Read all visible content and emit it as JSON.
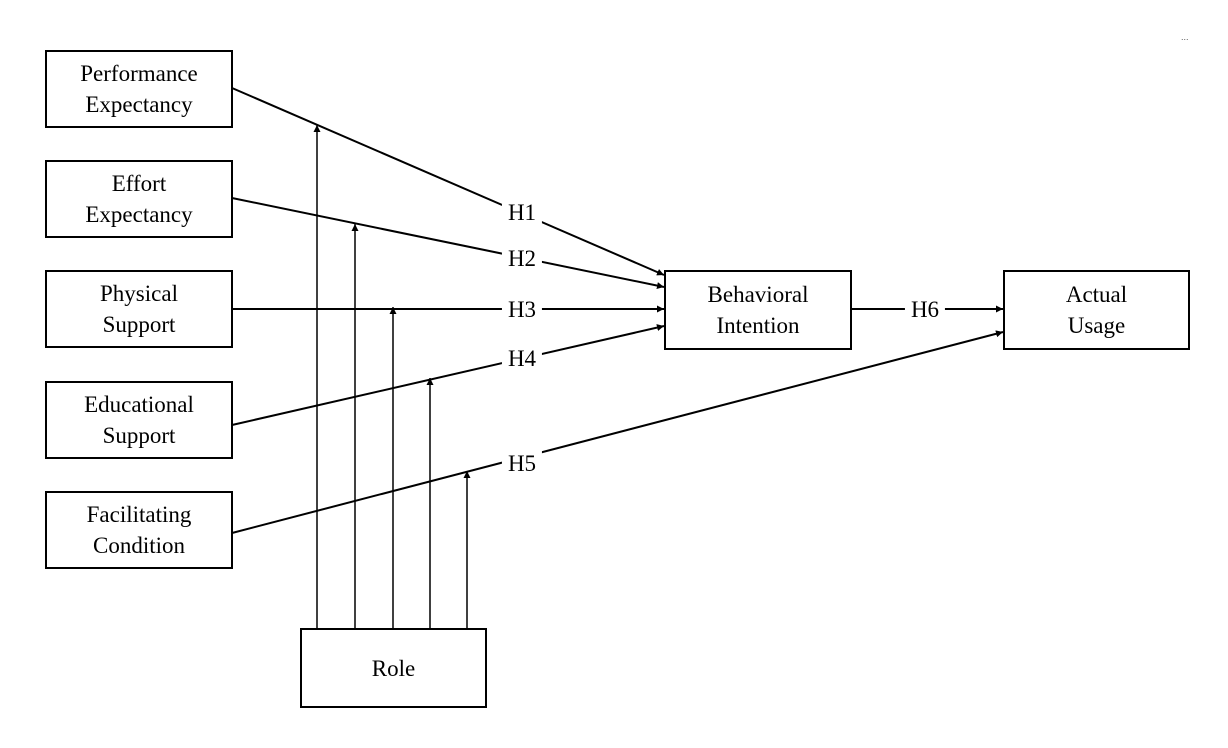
{
  "nodes": {
    "performance_expectancy": [
      "Performance",
      "Expectancy"
    ],
    "effort_expectancy": [
      "Effort",
      "Expectancy"
    ],
    "physical_support": [
      "Physical",
      "Support"
    ],
    "educational_support": [
      "Educational",
      "Support"
    ],
    "facilitating_condition": [
      "Facilitating",
      "Condition"
    ],
    "behavioral_intention": [
      "Behavioral",
      "Intention"
    ],
    "actual_usage": [
      "Actual",
      "Usage"
    ],
    "role": [
      "Role"
    ]
  },
  "hypotheses": {
    "h1": "H1",
    "h2": "H2",
    "h3": "H3",
    "h4": "H4",
    "h5": "H5",
    "h6": "H6"
  },
  "corner_mark": "..."
}
